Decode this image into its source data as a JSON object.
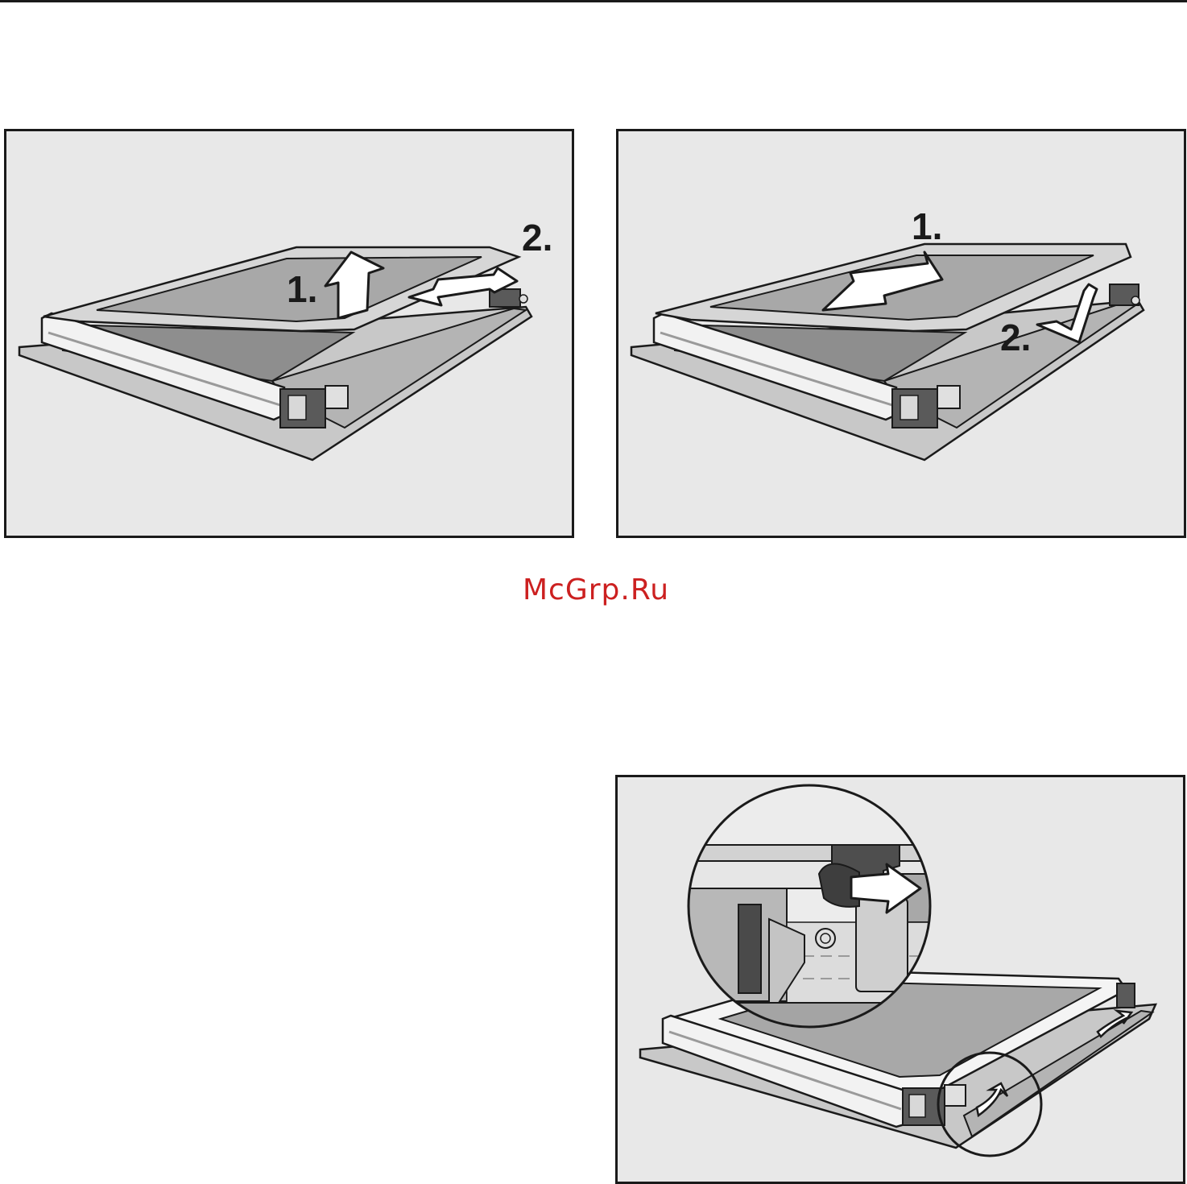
{
  "figures": [
    {
      "steps": [
        "1.",
        "2."
      ]
    },
    {
      "steps": [
        "1.",
        "2."
      ]
    },
    {
      "steps": []
    }
  ],
  "watermark": "McGrp.Ru",
  "colors": {
    "panel_background": "#e8e8e8",
    "line": "#1a1a1a",
    "door_frame": "#d6d6d6",
    "glass": "#a8a8a8",
    "oven_floor": "#b4b4b4",
    "watermark": "#cc2020"
  }
}
